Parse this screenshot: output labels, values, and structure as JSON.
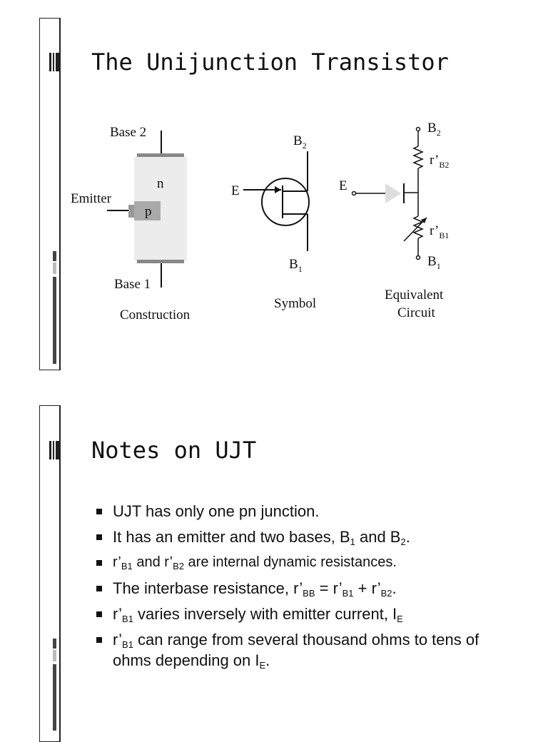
{
  "slide1": {
    "title": "The Unijunction Transistor",
    "construction": {
      "base2": "Base 2",
      "n": "n",
      "emitter": "Emitter",
      "p": "p",
      "base1": "Base 1",
      "caption": "Construction"
    },
    "symbol": {
      "b2": "B",
      "b2_sub": "2",
      "e": "E",
      "b1": "B",
      "b1_sub": "1",
      "caption": "Symbol"
    },
    "equivalent": {
      "b2": "B",
      "b2_sub": "2",
      "rb2": "r’",
      "rb2_sub": "B2",
      "e": "E",
      "rb1": "r’",
      "rb1_sub": "B1",
      "b1": "B",
      "b1_sub": "1",
      "caption_line1": "Equivalent",
      "caption_line2": "Circuit"
    }
  },
  "slide2": {
    "title": "Notes on UJT",
    "bullets": [
      {
        "t1": "UJT has only one pn junction."
      },
      {
        "t1": "It has an emitter and two bases, B",
        "s1": "1",
        "t2": " and B",
        "s2": "2",
        "t3": "."
      },
      {
        "t1": "r’",
        "s1": "B1",
        "t2": " and r’",
        "s2": "B2",
        "t3": " are internal dynamic resistances."
      },
      {
        "t1": "The interbase resistance, r’",
        "s1": "BB",
        "t2": " = r’",
        "s2": "B1",
        "t3": " + r’",
        "s3": "B2",
        "t4": "."
      },
      {
        "t1": "r’",
        "s1": "B1",
        "t2": " varies inversely with emitter current, I",
        "s2": "E"
      },
      {
        "t1": "r’",
        "s1": "B1",
        "t2": " can range from several thousand ohms to tens of ohms depending on I",
        "s2": "E",
        "t3": "."
      }
    ]
  }
}
